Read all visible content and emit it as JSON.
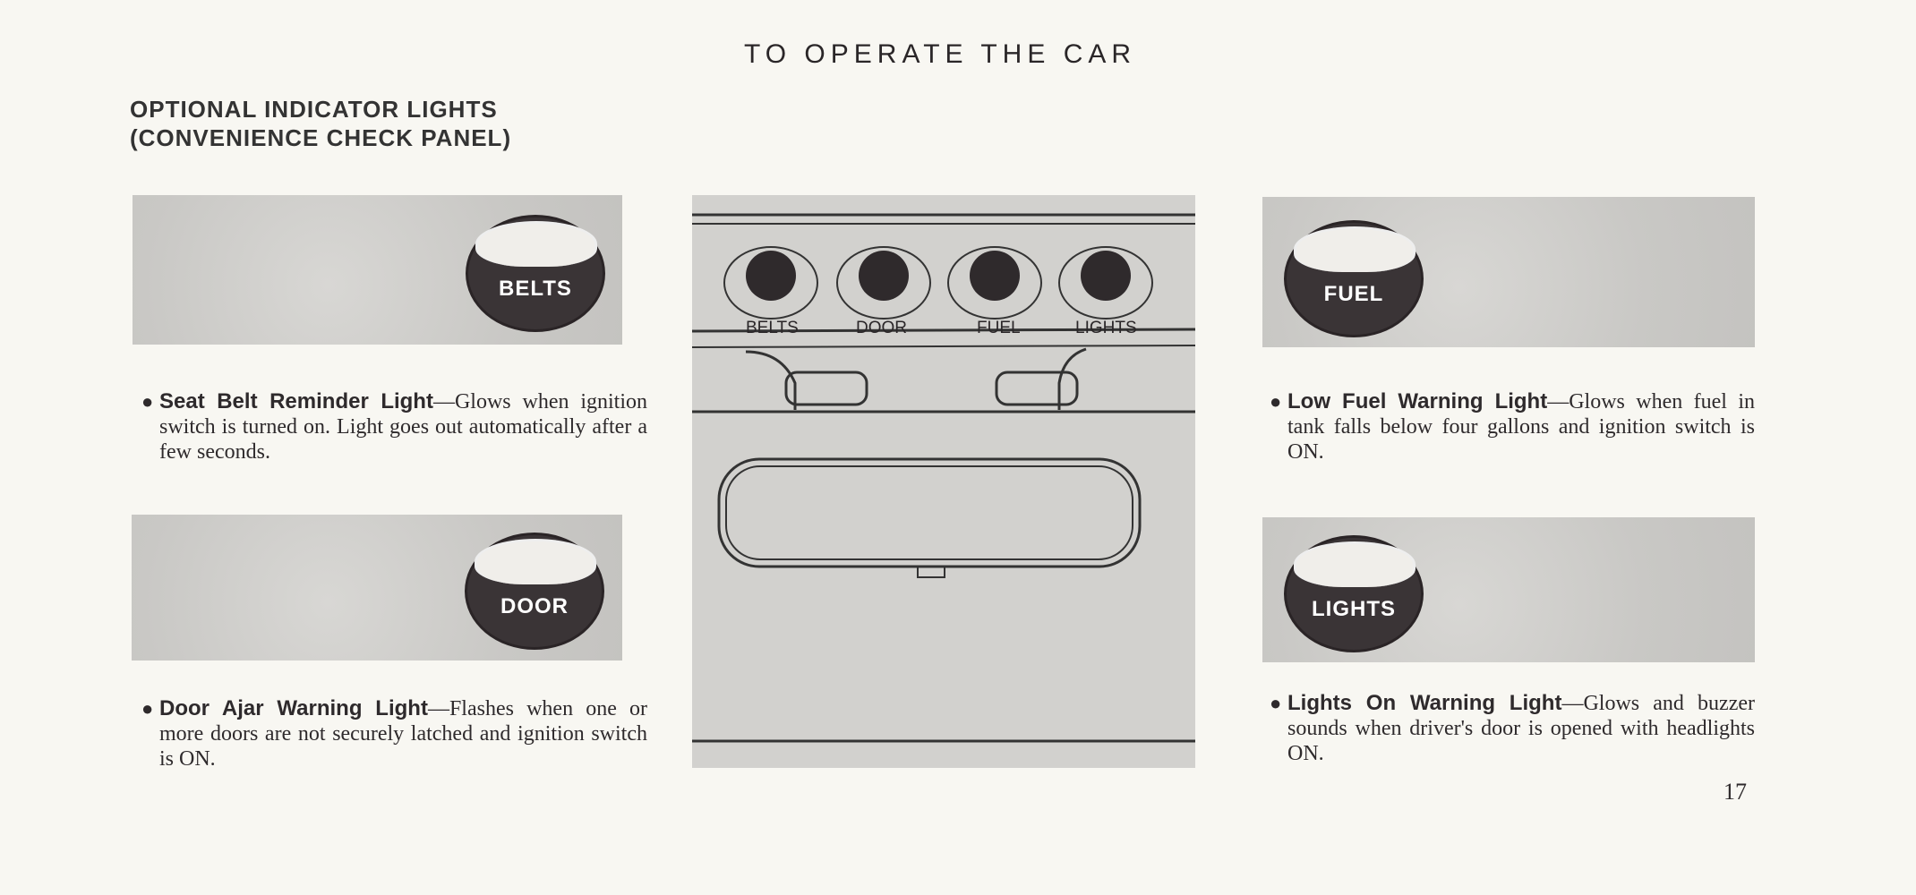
{
  "page_title": "TO OPERATE THE CAR",
  "section_heading": [
    "OPTIONAL INDICATOR LIGHTS",
    "(CONVENIENCE CHECK PANEL)"
  ],
  "indicators": [
    {
      "knob_label": "BELTS",
      "title": "Seat Belt Reminder Light",
      "text": "—Glows when ignition switch is turned on. Light goes out automatically after a few seconds."
    },
    {
      "knob_label": "DOOR",
      "title": "Door Ajar Warning Light",
      "text": "—Flashes when one or more doors are not securely latched and ignition switch is ON."
    },
    {
      "knob_label": "FUEL",
      "title": "Low Fuel Warning Light",
      "text": "—Glows when fuel in tank falls below four gallons and ignition switch is ON."
    },
    {
      "knob_label": "LIGHTS",
      "title": "Lights On Warning Light",
      "text": "—Glows and buzzer sounds when driver's door is opened with headlights ON."
    }
  ],
  "panel_labels": [
    "BELTS",
    "DOOR",
    "FUEL",
    "LIGHTS"
  ],
  "page_number": "17"
}
